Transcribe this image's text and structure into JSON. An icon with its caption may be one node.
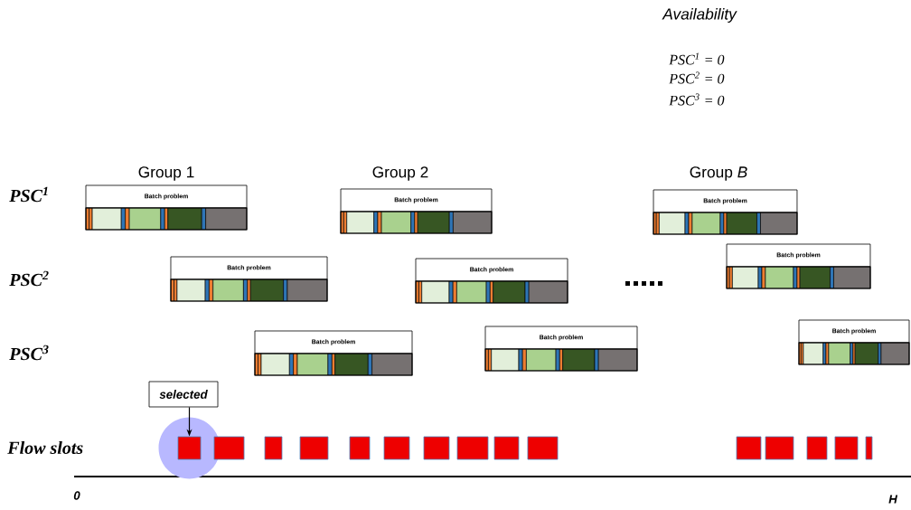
{
  "diagram": {
    "nodes": [
      {
        "text": [
          "Batch problem"
        ]
      },
      {
        "text": [
          "Batch problem"
        ]
      },
      {
        "text": [
          "Batch problem"
        ]
      },
      {
        "text": [
          "Batch problem"
        ]
      },
      {
        "text": [
          "Batch problem"
        ]
      },
      {
        "text": [
          "Batch problem"
        ]
      },
      {
        "text": [
          "Batch problem"
        ]
      },
      {
        "text": [
          "Batch problem"
        ]
      },
      {
        "text": [
          "Batch problem"
        ]
      },
      {
        "text": [
          "selected"
        ]
      },
      {
        "text": [],
        "shape": "box"
      },
      {
        "text": [],
        "shape": "box"
      },
      {
        "text": [],
        "shape": "box"
      },
      {
        "text": [],
        "shape": "box"
      },
      {
        "text": [],
        "shape": "box"
      },
      {
        "text": [],
        "shape": "box"
      },
      {
        "text": [],
        "shape": "box"
      },
      {
        "text": [],
        "shape": "box"
      },
      {
        "text": [],
        "shape": "box"
      },
      {
        "text": [],
        "shape": "box"
      },
      {
        "text": [],
        "shape": "box"
      },
      {
        "text": [],
        "shape": "box"
      },
      {
        "text": [],
        "shape": "box"
      },
      {
        "text": [],
        "shape": "box"
      },
      {
        "text": [],
        "shape": "box"
      }
    ],
    "edges": [
      {
        "from": 9,
        "to": 10,
        "arrow": "to"
      }
    ],
    "labels": [
      "Availability",
      "PSC$^{1}$ = 0",
      "PSC$^{2}$ = 0",
      "PSC$^{3}$ = 0",
      "Group 1",
      "Group 2",
      "Group *B*",
      "PSC$^{1}$",
      "PSC$^{2}$",
      "PSC$^{3}$",
      "Flow slots",
      "0",
      "H"
    ]
  }
}
